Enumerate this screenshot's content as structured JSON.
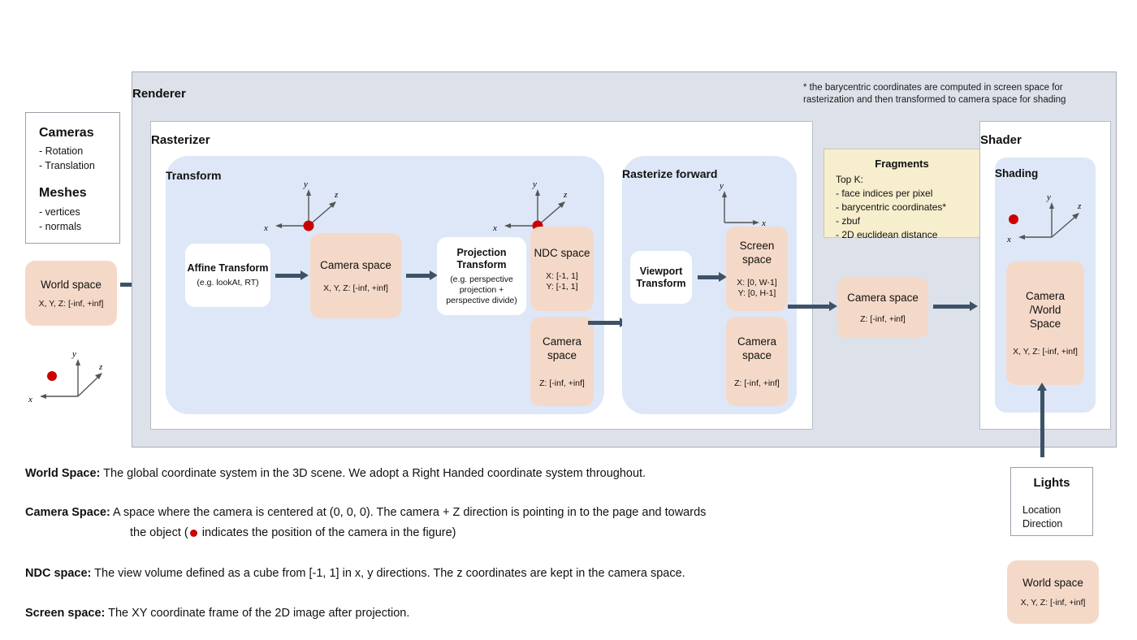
{
  "sidebar": {
    "cameras_title": "Cameras",
    "cameras_items": [
      "- Rotation",
      "- Translation"
    ],
    "meshes_title": "Meshes",
    "meshes_items": [
      "- vertices",
      "- normals"
    ]
  },
  "world_space_left": {
    "title": "World space",
    "range": "X, Y, Z: [-inf, +inf]"
  },
  "renderer": {
    "title": "Renderer",
    "footnote": "* the barycentric coordinates are computed in screen space for rasterization and then transformed to camera space for shading"
  },
  "rasterizer": {
    "title": "Rasterizer",
    "transform": {
      "title": "Transform",
      "affine": {
        "title": "Affine Transform",
        "sub": "(e.g. lookAt, RT)"
      },
      "camera_space": {
        "title": "Camera space",
        "range": "X, Y, Z: [-inf, +inf]"
      },
      "projection": {
        "title": "Projection Transform",
        "sub": "(e.g. perspective projection + perspective divide)"
      },
      "ndc": {
        "title": "NDC space",
        "range_x": "X: [-1, 1]",
        "range_y": "Y: [-1, 1]"
      },
      "camera_space2": {
        "title": "Camera space",
        "range": "Z: [-inf, +inf]"
      }
    },
    "rasterize_forward": {
      "title": "Rasterize forward",
      "viewport": {
        "title": "Viewport Transform"
      },
      "screen": {
        "title": "Screen space",
        "range_x": "X: [0, W-1]",
        "range_y": "Y: [0,  H-1]"
      },
      "camera_space": {
        "title": "Camera space",
        "range": "Z: [-inf, +inf]"
      }
    }
  },
  "fragments": {
    "title": "Fragments",
    "lead": "Top K:",
    "items": [
      "- face indices per pixel",
      "- barycentric coordinates*",
      "- zbuf",
      "- 2D euclidean distance"
    ]
  },
  "camera_space_mid": {
    "title": "Camera space",
    "range": "Z: [-inf, +inf]"
  },
  "shader": {
    "title": "Shader",
    "shading_title": "Shading",
    "camera_world": {
      "title": "Camera /World Space",
      "line1": "Camera",
      "line2": "/World",
      "line3": "Space",
      "range": "X, Y, Z: [-inf, +inf]"
    }
  },
  "lights": {
    "title": "Lights",
    "items": [
      "Location",
      "Direction"
    ]
  },
  "world_space_right": {
    "title": "World space",
    "range": "X, Y, Z: [-inf, +inf]"
  },
  "axes": {
    "x": "x",
    "y": "y",
    "z": "z"
  },
  "legend": [
    {
      "term": "World Space:",
      "text": " The global coordinate system in the 3D scene. We adopt a Right Handed coordinate system throughout."
    },
    {
      "term": "Camera Space:",
      "text": " A space where the camera is centered at (0, 0, 0). The camera + Z direction is pointing in to the page and towards"
    },
    {
      "term": "NDC space:",
      "text": " The view volume defined as a cube from [-1, 1] in x, y directions. The z coordinates are kept in the camera space."
    },
    {
      "term": "Screen space:",
      "text": " The XY coordinate frame of the 2D image after projection."
    }
  ],
  "legend_camera_line2_pre": "the object (",
  "legend_camera_line2_post": " indicates the position of the camera in the figure)",
  "colors": {
    "peach": "#f5d9c8",
    "light_blue": "#dde7f7",
    "panel_gray": "#dde1e9",
    "cream": "#f7eecd",
    "arrow": "#3d5266",
    "red_dot": "#cc0000"
  }
}
